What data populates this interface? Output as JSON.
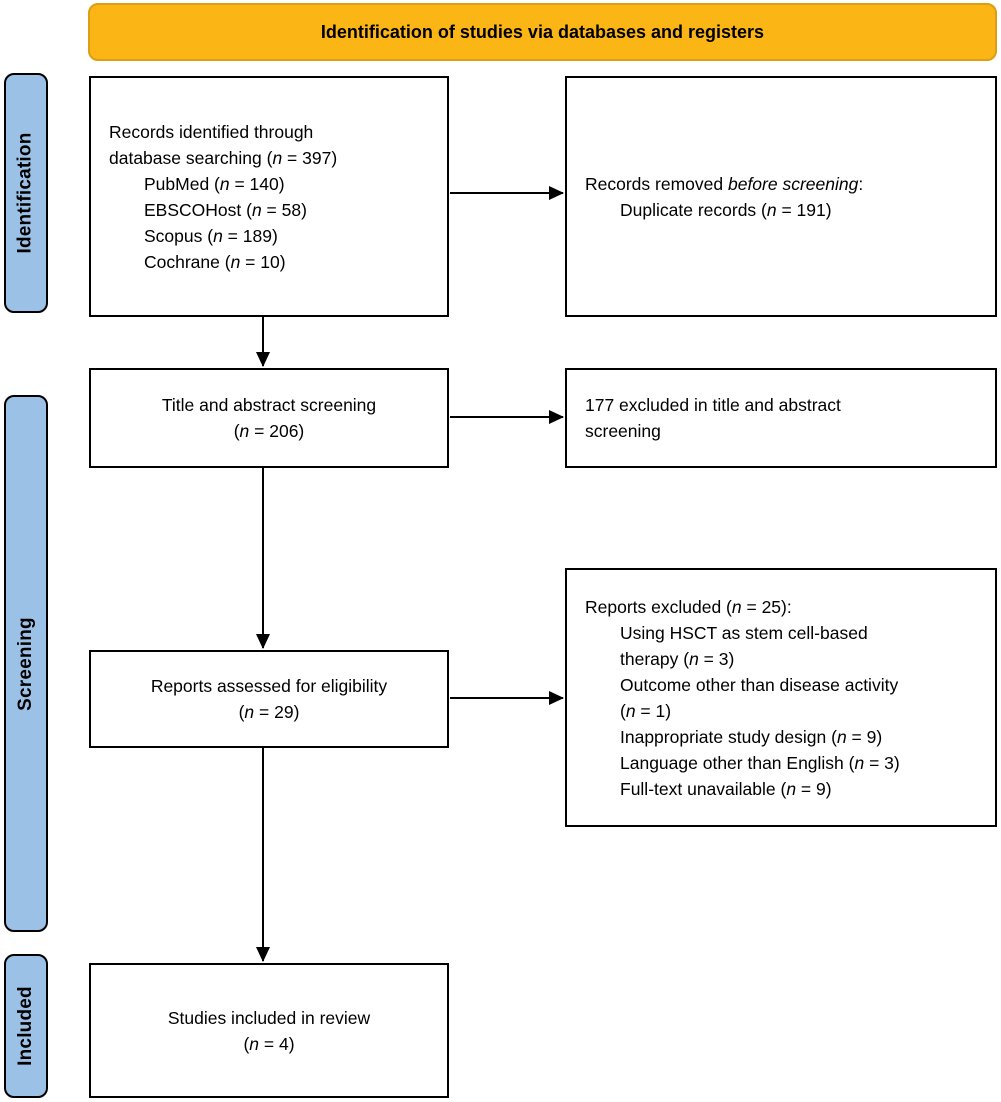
{
  "banner": {
    "label": "Identification of studies via databases and registers"
  },
  "stages": [
    {
      "label": "Identification"
    },
    {
      "label": "Screening"
    },
    {
      "label": "Included"
    }
  ],
  "boxes": {
    "records_identified": {
      "lines": [
        {
          "text": "Records identified through",
          "indent": 0
        },
        {
          "text": "database searching (*n* = 397)",
          "indent": 0
        },
        {
          "text": "PubMed (*n* = 140)",
          "indent": 1
        },
        {
          "text": "EBSCOHost (*n* = 58)",
          "indent": 1
        },
        {
          "text": "Scopus (*n* = 189)",
          "indent": 1
        },
        {
          "text": "Cochrane (*n* = 10)",
          "indent": 1
        }
      ]
    },
    "records_removed": {
      "lines": [
        {
          "text": "Records removed *before screening*:",
          "indent": 0
        },
        {
          "text": "Duplicate records (*n* = 191)",
          "indent": 1
        }
      ]
    },
    "title_abstract_screening": {
      "lines": [
        {
          "text": "Title and abstract screening",
          "indent": 0
        },
        {
          "text": "(*n* = 206)",
          "indent": 0
        }
      ]
    },
    "excluded_title_abstract": {
      "lines": [
        {
          "text": "177 excluded in title and abstract",
          "indent": 0
        },
        {
          "text": "screening",
          "indent": 0
        }
      ]
    },
    "reports_assessed": {
      "lines": [
        {
          "text": "Reports assessed for eligibility",
          "indent": 0
        },
        {
          "text": "(*n* = 29)",
          "indent": 0
        }
      ]
    },
    "reports_excluded": {
      "lines": [
        {
          "text": "Reports excluded (*n* = 25):",
          "indent": 0
        },
        {
          "text": "Using HSCT as stem cell-based",
          "indent": 1
        },
        {
          "text": "therapy (*n* = 3)",
          "indent": 1
        },
        {
          "text": "Outcome other than disease activity",
          "indent": 1
        },
        {
          "text": "(*n* = 1)",
          "indent": 1
        },
        {
          "text": "Inappropriate study design (*n* = 9)",
          "indent": 1
        },
        {
          "text": "Language other than English (*n* = 3)",
          "indent": 1
        },
        {
          "text": "Full-text unavailable (*n* = 9)",
          "indent": 1
        }
      ]
    },
    "studies_included": {
      "lines": [
        {
          "text": "Studies included in review",
          "indent": 0
        },
        {
          "text": "(*n* = 4)",
          "indent": 0
        }
      ]
    }
  },
  "colors": {
    "banner_bg": "#FBB615",
    "banner_border": "#DB9E16",
    "stage_bg": "#9BC2E6",
    "box_border": "#000000",
    "arrow": "#000000"
  }
}
